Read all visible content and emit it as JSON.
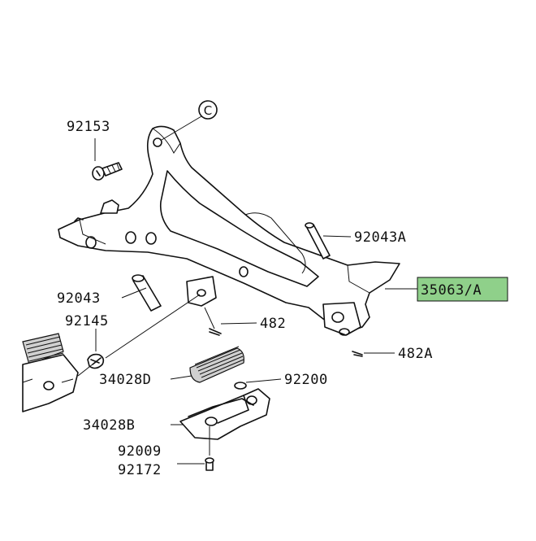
{
  "diagram": {
    "callout_circle": "C",
    "parts": {
      "p92153": "92153",
      "p92043A": "92043A",
      "p35063A": "35063/A",
      "p92043": "92043",
      "p92145": "92145",
      "p482": "482",
      "p482A": "482A",
      "p34028D": "34028D",
      "p92200": "92200",
      "p34028B": "34028B",
      "p92009": "92009",
      "p92172": "92172"
    },
    "colors": {
      "highlight": "#8fd08a",
      "ink": "#111111",
      "background": "#ffffff"
    }
  }
}
